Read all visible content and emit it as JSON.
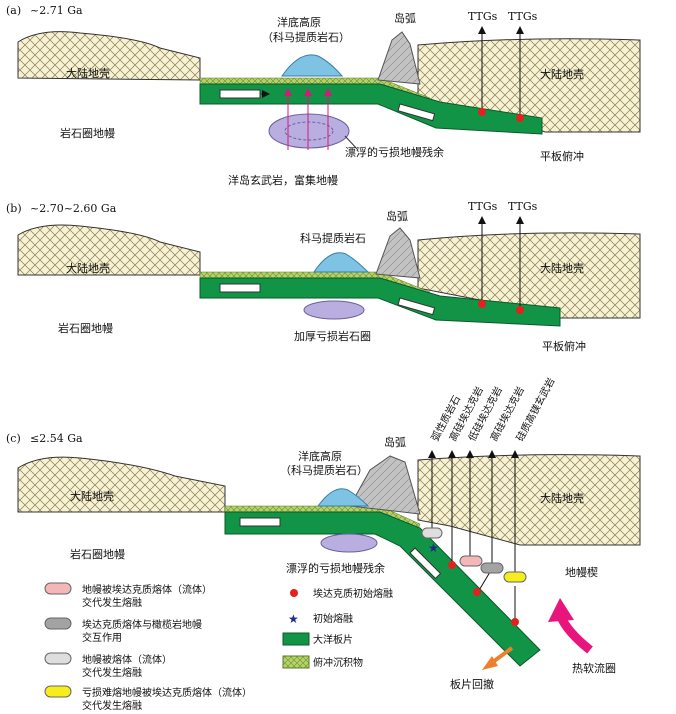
{
  "panels": {
    "a": {
      "tag": "(a)",
      "age": "~2.71 Ga",
      "continent_left": "大陆地壳",
      "continent_right": "大陆地壳",
      "oceanic_plateau_1": "洋底高原",
      "oceanic_plateau_2": "（科马提质岩石）",
      "island_arc": "岛弧",
      "ttg_1": "TTGs",
      "ttg_2": "TTGs",
      "lithospheric_mantle": "岩石圈地幔",
      "floating_residue": "漂浮的亏损地幔残余",
      "flat_subduction": "平板俯冲",
      "ocean_island_basalt": "洋岛玄武岩，富集地幔"
    },
    "b": {
      "tag": "(b)",
      "age": "~2.70~2.60 Ga",
      "continent_left": "大陆地壳",
      "continent_right": "大陆地壳",
      "komatiite": "科马提质岩石",
      "island_arc": "岛弧",
      "ttg_1": "TTGs",
      "ttg_2": "TTGs",
      "lithospheric_mantle": "岩石圈地幔",
      "thickened_lithosphere": "加厚亏损岩石圈",
      "flat_subduction": "平板俯冲"
    },
    "c": {
      "tag": "(c)",
      "age": "≤2.54 Ga",
      "continent_left": "大陆地壳",
      "continent_right": "大陆地壳",
      "oceanic_plateau_1": "洋底高原",
      "oceanic_plateau_2": "（科马提质岩石）",
      "island_arc": "岛弧",
      "lithospheric_mantle": "岩石圈地幔",
      "floating_residue": "漂浮的亏损地幔残余",
      "mantle_wedge": "地幔楔",
      "slab_rollback": "板片回撤",
      "thermal_upwelling": "热软流圈",
      "rock_labels": [
        "弧性质岩石",
        "高硅埃达克岩",
        "低硅埃达克岩",
        "高硅埃达克岩",
        "硅质高镁玄武岩"
      ]
    }
  },
  "legend": {
    "pink_line1": "地幔被埃达克质熔体（流体）",
    "pink_line2": "交代发生熔融",
    "gray_line1": "埃达克质熔体与橄榄岩地幔",
    "gray_line2": "交互作用",
    "lightgray_line1": "地幔被熔体（流体）",
    "lightgray_line2": "交代发生熔融",
    "yellow_line1": "亏损难熔地幔被埃达克质熔体（流体）",
    "yellow_line2": "交代发生熔融",
    "red_dot": "埃达克质初始熔融",
    "star": "初始熔融",
    "green_bar": "大洋板片",
    "sediment": "俯冲沉积物"
  },
  "colors": {
    "slab": "#129447",
    "sediment": "#a8c85a",
    "continent_fill": "#f5f1d0",
    "plateau": "#7ec3e4",
    "residue": "#b9aee0",
    "arc": "#bcbcbc",
    "red_dot": "#e3221f",
    "star": "#1f2a8c",
    "pink": "#f4b7b7",
    "dark_gray": "#a3a3a3",
    "light_gray": "#dedede",
    "yellow": "#f7ec1c",
    "rollback_arrow": "#ef7f2a",
    "upwelling_arrow": "#e8157c"
  }
}
